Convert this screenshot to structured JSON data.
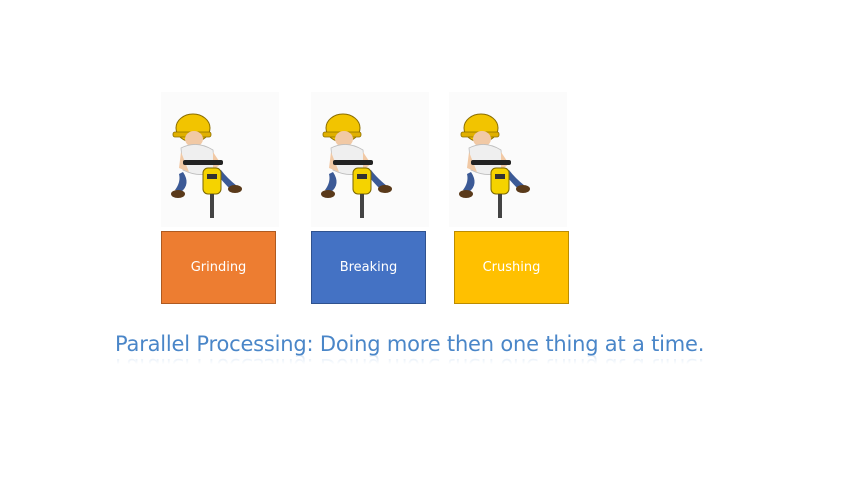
{
  "tasks": [
    {
      "label": "Grinding",
      "color": "#ED7D31",
      "border": "#AE5A21"
    },
    {
      "label": "Breaking",
      "color": "#4472C4",
      "border": "#2F528F"
    },
    {
      "label": "Crushing",
      "color": "#FFC000",
      "border": "#BC8C00"
    }
  ],
  "caption": {
    "text": "Parallel Processing: Doing more then one thing at a time.",
    "color": "#4A86C8"
  },
  "icons": {
    "worker": "construction-worker-jackhammer-icon"
  }
}
